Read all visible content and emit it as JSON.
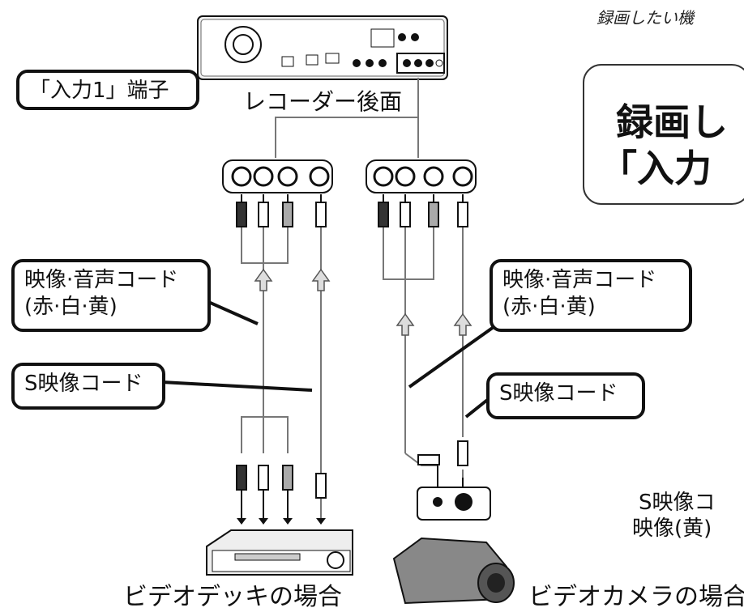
{
  "header": {
    "note": "録画したい機",
    "title_line1": "録画し",
    "title_line2": "「入力"
  },
  "labels": {
    "recorder_rear": "レコーダー後面",
    "input1_terminal": "「入力1」端子",
    "av_cord_left_line1": "映像·音声コード",
    "av_cord_left_line2": "(赤·白·黄)",
    "svideo_left": "S映像コード",
    "av_cord_right_line1": "映像·音声コード",
    "av_cord_right_line2": "(赤·白·黄)",
    "svideo_right": "S映像コード",
    "side_note_line1": "S映像コ",
    "side_note_line2": "映像(黄)",
    "vcr_case": "ビデオデッキの場合",
    "camera_case": "ビデオカメラの場合"
  },
  "colors": {
    "line": "#111111",
    "gray": "#777777",
    "plug_red": "#333333",
    "plug_white": "#ffffff",
    "plug_yellow": "#aaaaaa"
  }
}
